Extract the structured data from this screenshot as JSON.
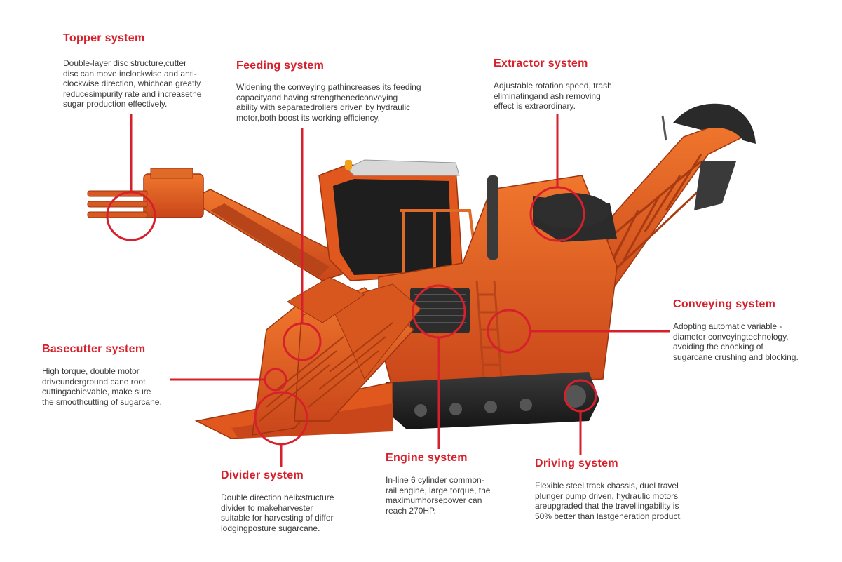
{
  "colors": {
    "accent": "#d6202b",
    "body": "#e0581d",
    "dark": "#2b2b2b"
  },
  "labels": [
    {
      "key": "topper",
      "title": "Topper system",
      "lines": [
        "Double-layer disc structure,cutter",
        "disc can move inclockwise and anti-",
        "clockwise direction, whichcan greatly",
        "reducesimpurity rate and increasethe",
        "sugar production effectively."
      ]
    },
    {
      "key": "feeding",
      "title": "Feeding system",
      "lines": [
        "Widening the conveying pathincreases its feeding",
        "capacityand having strengthenedconveying",
        "ability with separatedrollers driven by hydraulic",
        "motor,both boost its working efficiency."
      ]
    },
    {
      "key": "extractor",
      "title": "Extractor system",
      "lines": [
        "Adjustable rotation speed, trash",
        "eliminatingand ash removing",
        "effect is extraordinary."
      ]
    },
    {
      "key": "conveying",
      "title": "Conveying system",
      "lines": [
        "Adopting automatic variable -",
        "diameter conveyingtechnology,",
        "avoiding the chocking of",
        "sugarcane crushing and blocking."
      ]
    },
    {
      "key": "basecutter",
      "title": "Basecutter system",
      "lines": [
        "High torque, double motor",
        "driveunderground cane root",
        "cuttingachievable, make sure",
        "the smoothcutting of sugarcane."
      ]
    },
    {
      "key": "divider",
      "title": "Divider system",
      "lines": [
        "Double direction helixstructure",
        "divider to makeharvester",
        "suitable for harvesting of differ",
        "lodgingposture sugarcane."
      ]
    },
    {
      "key": "engine",
      "title": "Engine system",
      "lines": [
        "In-line 6 cylinder common-",
        "rail engine, large torque, the",
        "maximumhorsepower can",
        "reach 270HP."
      ]
    },
    {
      "key": "driving",
      "title": "Driving system",
      "lines": [
        "Flexible steel track chassis, duel travel",
        "plunger pump driven, hydraulic motors",
        "areupgraded that the travellingability is",
        "50% better than lastgeneration product."
      ]
    }
  ]
}
